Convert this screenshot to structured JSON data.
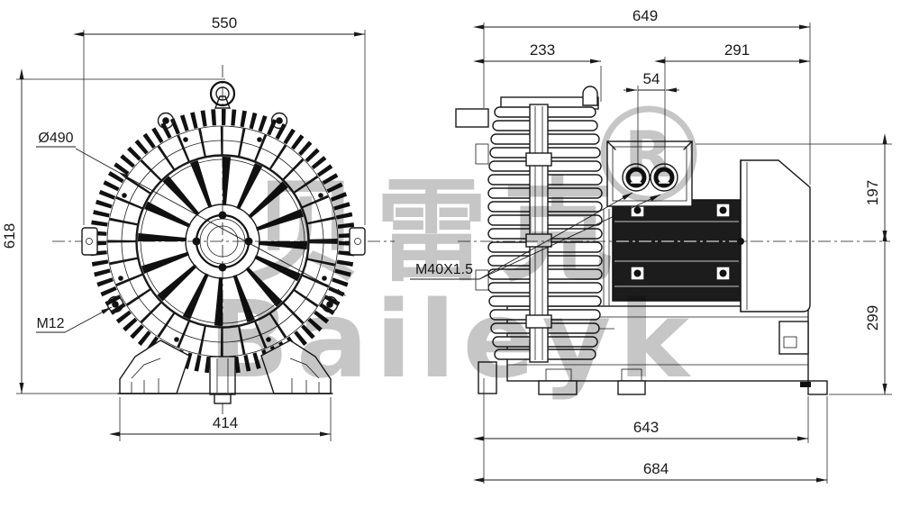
{
  "front": {
    "dims": {
      "width": "550",
      "height": "618",
      "dia": "Ø490",
      "thread": "M12",
      "feet": "414"
    }
  },
  "side": {
    "dims": {
      "overall": "649",
      "housing": "233",
      "rear": "291",
      "glands": "54",
      "box_h": "197",
      "base_h": "299",
      "bed": "643",
      "base": "684",
      "gland_thread": "M40X1.5"
    }
  },
  "watermark": {
    "cjk": "贝雷克",
    "latin": "Baileyk",
    "reg": "®"
  }
}
